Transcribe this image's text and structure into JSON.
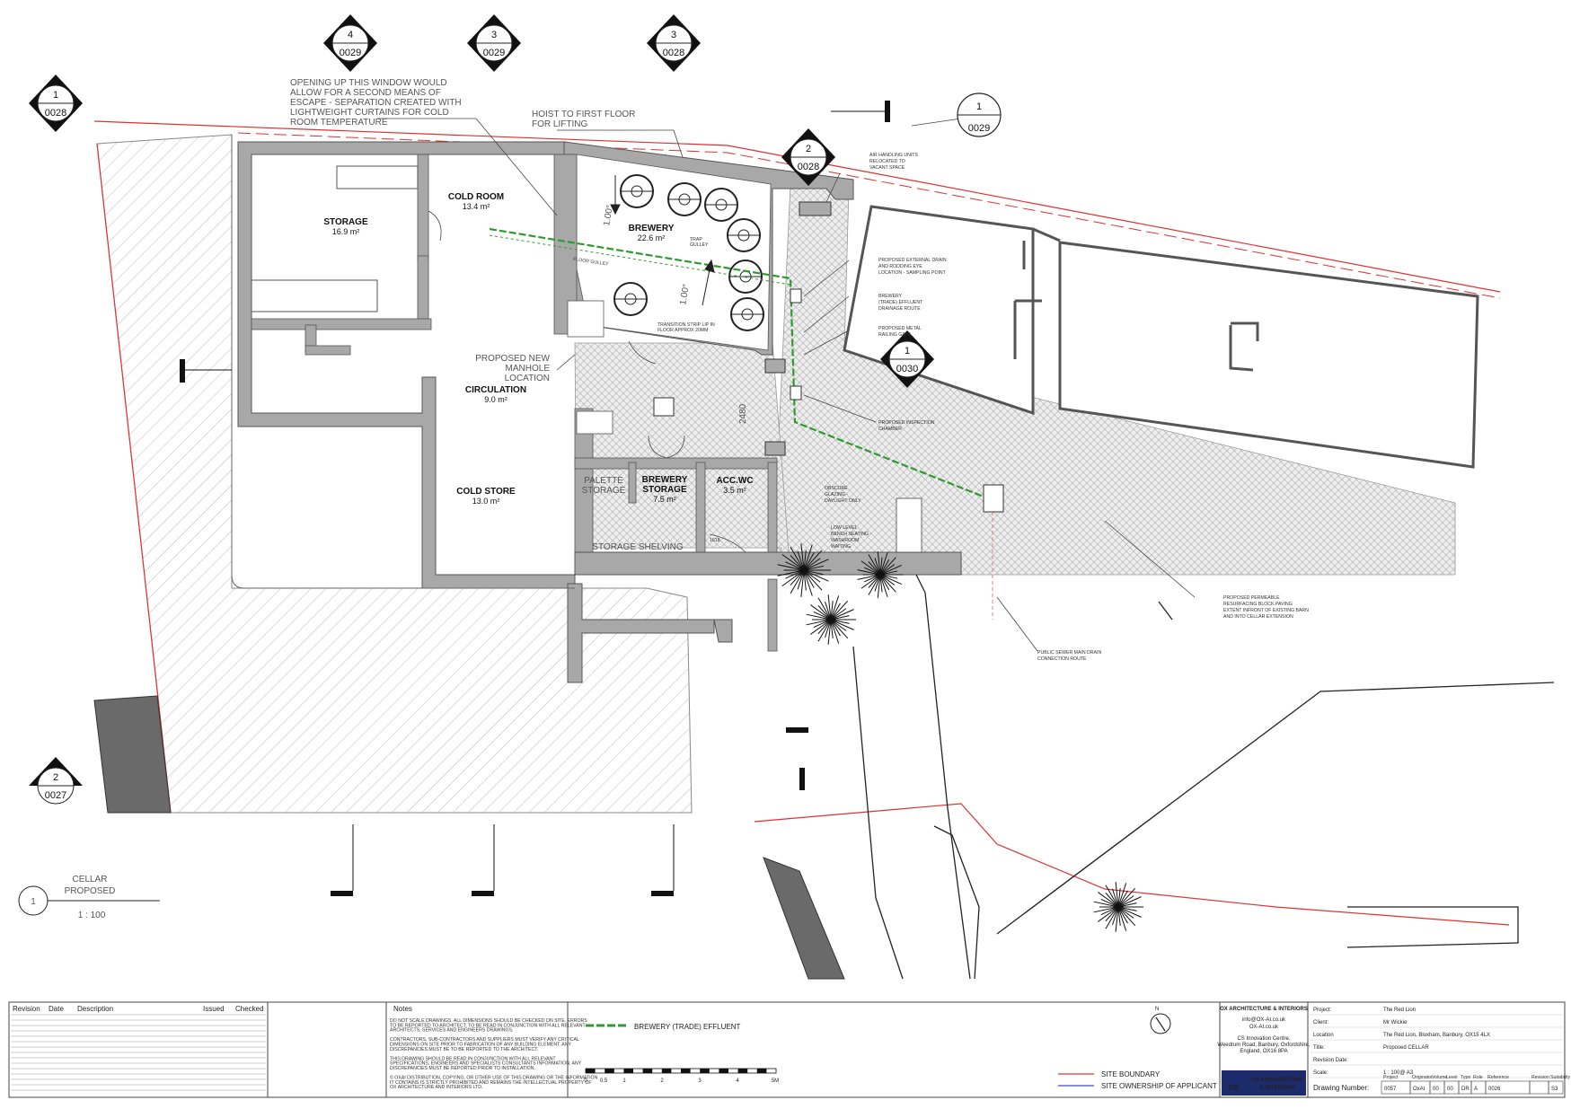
{
  "notes_on_plan": {
    "window_note": [
      "OPENING UP THIS WINDOW WOULD",
      "ALLOW FOR A SECOND MEANS OF",
      "ESCAPE - SEPARATION CREATED WITH",
      "LIGHTWEIGHT CURTAINS FOR COLD",
      "ROOM TEMPERATURE"
    ],
    "hoist_note": [
      "HOIST TO FIRST FLOOR",
      "FOR LIFTING"
    ],
    "manhole_note": [
      "PROPOSED NEW",
      "MANHOLE",
      "LOCATION"
    ],
    "air_units": [
      "AIR HANDLING UNITS",
      "RELOCATED TO",
      "VACANT SPACE"
    ],
    "ext_drain": [
      "PROPOSED EXTERNAL DRAIN",
      "AND RODDING EYE",
      "LOCATION - SAMPLING POINT"
    ],
    "effluent_route": [
      "BREWERY",
      "(TRADE) EFFLUENT",
      "DRAINAGE ROUTE"
    ],
    "railing_gate": [
      "PROPOSED METAL",
      "RAILING GATE"
    ],
    "inspection": [
      "PROPOSED INSPECTION",
      "CHAMBER"
    ],
    "obscure": [
      "OBSCURE",
      "GLAZING -",
      "DAYLIGHT ONLY"
    ],
    "bench": [
      "LOW LEVEL",
      "BENCH SEATING -",
      "WASHROOM",
      "WAITING"
    ],
    "paving": [
      "PROPOSED PERMEABLE",
      "RESURFACING BLOCK PAVING",
      "EXTENT INFRONT OF EXISTING BARN",
      "AND INTO CELLAR EXTENSION"
    ],
    "sewer": [
      "PUBLIC SEWER MAIN DRAIN",
      "CONNECTION ROUTE"
    ],
    "transition": [
      "TRANSITION STRIP LIP IN",
      "FLOOR APPROX 20MM"
    ],
    "floor_gulley": "FLOOR GULLEY",
    "trap_gulley": [
      "TRAP",
      "GULLEY"
    ],
    "slope_1": "1.00°",
    "slope_2": "1.00°",
    "dim_2480": "2480",
    "dim_1618": "1618"
  },
  "rooms": {
    "storage": {
      "name": "STORAGE",
      "area": "16.9 m²"
    },
    "cold_room": {
      "name": "COLD ROOM",
      "area": "13.4 m²"
    },
    "brewery": {
      "name": "BREWERY",
      "area": "22.6 m²"
    },
    "circulation": {
      "name": "CIRCULATION",
      "area": "9.0 m²"
    },
    "cold_store": {
      "name": "COLD STORE",
      "area": "13.0 m²"
    },
    "palette": [
      "PALETTE",
      "STORAGE"
    ],
    "brewery_storage": {
      "name": [
        "BREWERY",
        "STORAGE"
      ],
      "area": "7.5 m²"
    },
    "acc_wc": {
      "name": "ACC.WC",
      "area": "3.5 m²"
    },
    "storage_shelving": "STORAGE SHELVING"
  },
  "markers": [
    {
      "num": "4",
      "ref": "0029"
    },
    {
      "num": "3",
      "ref": "0029"
    },
    {
      "num": "3",
      "ref": "0028"
    },
    {
      "num": "1",
      "ref": "0028"
    },
    {
      "num": "2",
      "ref": "0028"
    },
    {
      "num": "1",
      "ref": "0029"
    },
    {
      "num": "1",
      "ref": "0030"
    },
    {
      "num": "2",
      "ref": "0027"
    }
  ],
  "view_title": {
    "num": "1",
    "name": [
      "CELLAR",
      "PROPOSED"
    ],
    "scale": "1 : 100"
  },
  "legend": {
    "effluent": "BREWERY (TRADE) EFFLUENT",
    "site_boundary": "SITE BOUNDARY",
    "site_ownership": "SITE OWNERSHIP OF APPLICANT",
    "scale_labels": [
      "0",
      "0.5",
      "1",
      "2",
      "3",
      "4",
      "5M"
    ],
    "north": "N",
    "colors": {
      "effluent": "#2e9b2e",
      "boundary": "#e03030",
      "ownership": "#3a4ad0"
    }
  },
  "titleblock": {
    "revision_headers": [
      "Revision",
      "Date",
      "Description",
      "Issued",
      "Checked"
    ],
    "notes_title": "Notes",
    "notes_text": [
      "DO NOT SCALE DRAWINGS. ALL DIMENSIONS SHOULD BE CHECKED ON SITE. ERRORS",
      "TO BE REPORTED TO ARCHITECT. TO BE READ IN CONJUNCTION WITH ALL RELEVANT",
      "ARCHITECTS, SERVICES AND ENGINEERS DRAWINGS.",
      "",
      "CONTRACTORS, SUB-CONTRACTORS AND SUPPLIERS MUST VERIFY ANY CRITICAL",
      "DIMENSIONS ON SITE PRIOR TO FABRICATION OF ANY BUILDING ELEMENT. ANY",
      "DISCREPANCIES MUST BE TO BE REPORTED TO THE ARCHITECT.",
      "",
      "THIS DRAWING SHOULD BE READ IN CONJUNCTION WITH ALL RELEVANT",
      "SPECIFICATIONS, ENGINEERS AND SPECIALISTS CONSULTANTS INFORMATION. ANY",
      "DISCREPANCIES MUST BE REPORTED PRIOR TO INSTALLATION.",
      "",
      "© OXAI DISTRIBUTION, COPYING, OR OTHER USE OF THIS DRAWING OR THE INFORMATION",
      "IT CONTAINS IS STRICTLY PROHIBITED AND REMAINS THE INTELLECTUAL PROPERTY OF",
      "OX ARCHITECTURE AND INTERIORS LTD."
    ],
    "company": "OX ARCHITECTURE & INTERIORS",
    "email": "info@OX-AI.co.uk",
    "web": "OX-AI.co.uk",
    "address": [
      "CS Innovation Centre,",
      "Weedrum Road, Banbury, Oxfordshire,",
      "England, OX16 8PA"
    ],
    "logo_text": [
      "OX ARCHITECTURE",
      "& INTERIORS"
    ],
    "logo_mark": "OX",
    "fields": [
      {
        "label": "Project:",
        "value": "The Red Lion"
      },
      {
        "label": "Client:",
        "value": "Mr Wickie"
      },
      {
        "label": "Location",
        "value": "The Red Lion, Bloxham, Banbury, OX15 4LX"
      },
      {
        "label": "Title:",
        "value": "Proposed CELLAR"
      },
      {
        "label": "Revision Date:",
        "value": ""
      },
      {
        "label": "Scale:",
        "value": "1 : 100@ A3"
      }
    ],
    "drawing_number_label": "Drawing Number:",
    "dn_headers": [
      "Project",
      "Originator",
      "Volume",
      "Level",
      "Type",
      "Role",
      "Reference",
      "Revision",
      "Suitability"
    ],
    "dn_values": [
      "0057",
      "OxAI",
      "00",
      "00",
      "DR",
      "A",
      "0026",
      "",
      "S3"
    ]
  }
}
